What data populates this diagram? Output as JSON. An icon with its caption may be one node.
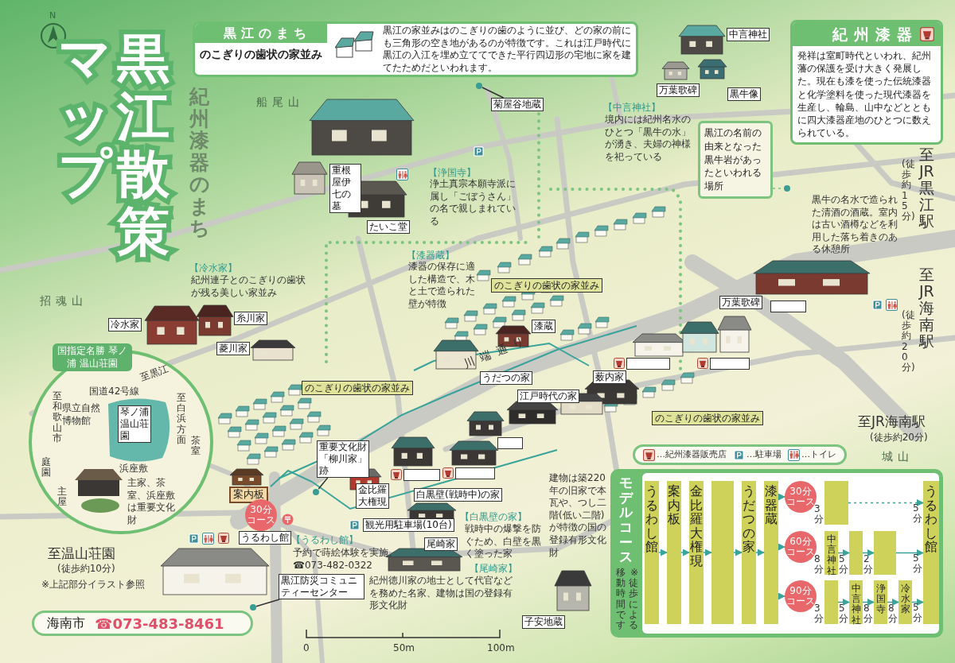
{
  "diagram": {
    "title": "黒江散策マップ",
    "nodes": [
      {
        "text": [
          "黒江のまち",
          "のこぎりの歯状の家並み",
          "黒江の家並みはのこぎりの歯のように並び、どの家の前にも三角形の空き地があるのが特徴です。これは江戸時代に黒江の入江を埋め立ててできた平行四辺形の宅地に家を建てたためだといわれます。"
        ]
      },
      {
        "text": [
          "紀州漆器",
          "発祥は室町時代といわれ、紀州藩の保護を受け大きく発展した。現在も漆を使った伝統漆器と化学塗料を使った現代漆器を生産し、輪島、山中などとともに四大漆器産地のひとつに数えられている。"
        ]
      },
      {
        "text": [
          "黒江の名前の由来となった黒牛岩があったといわれる場所"
        ]
      },
      {
        "text": [],
        "shape": "circle"
      },
      {
        "text": [
          "菊屋谷地蔵"
        ]
      },
      {
        "text": [],
        "shape": "circle"
      },
      {
        "text": [
          "中言神社"
        ]
      },
      {
        "text": [
          "万葉歌碑"
        ]
      },
      {
        "text": [
          "黒牛像"
        ]
      },
      {
        "text": [
          "重根屋伊七の墓"
        ]
      },
      {
        "text": [
          "たいこ堂"
        ]
      },
      {
        "text": [
          "冷水家"
        ]
      },
      {
        "text": [
          "糸川家"
        ]
      },
      {
        "text": [
          "菱川家"
        ]
      },
      {
        "text": [
          "漆蔵"
        ]
      },
      {
        "text": [
          "うだつの家"
        ]
      },
      {
        "text": [],
        "shape": "box"
      },
      {
        "text": [
          "薮内家"
        ]
      },
      {
        "text": [
          "江戸時代の家"
        ]
      },
      {
        "text": [],
        "shape": "box"
      },
      {
        "text": [],
        "shape": "box"
      },
      {
        "text": [],
        "shape": "box"
      },
      {
        "text": [],
        "shape": "box"
      },
      {
        "text": [
          "重要文化財「柳川家」跡"
        ]
      },
      {
        "text": [],
        "shape": "circle"
      },
      {
        "text": [
          "金比羅大権現"
        ]
      },
      {
        "text": [
          "白黒壁(戦時中)の家"
        ]
      },
      {
        "text": [
          "観光用駐車場(10台)"
        ]
      },
      {
        "text": [
          "尾崎家"
        ]
      },
      {
        "text": [
          "子安地蔵"
        ]
      },
      {
        "text": [
          "案内板"
        ]
      },
      {
        "text": [
          "うるわし館"
        ]
      },
      {
        "text": [
          "黒江防災コミュニティーセンター"
        ]
      },
      {
        "text": [],
        "shape": "circle"
      },
      {
        "text": [
          "万葉歌碑"
        ]
      },
      {
        "text": [],
        "shape": "box"
      },
      {
        "text": [
          "のこぎりの歯状の家並み"
        ]
      },
      {
        "text": [
          "のこぎりの歯状の家並み"
        ]
      },
      {
        "text": [
          "のこぎりの歯状の家並み"
        ]
      },
      {
        "text": [
          "30分コース"
        ]
      },
      {
        "text": [
          "国指定名勝 琴ノ浦 温山荘園"
        ]
      },
      {
        "text": [
          "琴ノ浦温山荘園"
        ],
        "in": 40
      },
      {
        "text": [
          "海南市",
          "☎073-483-8461"
        ]
      },
      {
        "text": [
          "モデルコース",
          "※徒歩による移動時間です"
        ]
      },
      {
        "text": [
          "うるわし館"
        ],
        "in": 43
      },
      {
        "text": [
          "案内板"
        ],
        "in": 43
      },
      {
        "text": [
          "金比羅大権現"
        ],
        "in": 43
      },
      {
        "text": [],
        "shape": "bar",
        "in": 43
      },
      {
        "text": [
          "うだつの家"
        ],
        "in": 43
      },
      {
        "text": [
          "漆器蔵"
        ],
        "in": 43
      },
      {
        "text": [
          "30分コース"
        ],
        "in": 43
      },
      {
        "text": [],
        "shape": "bar",
        "in": 43,
        "beside": [
          "3分"
        ]
      },
      {
        "text": [
          "うるわし館"
        ],
        "in": 43
      },
      {
        "text": [
          "60分コース"
        ],
        "in": 43
      },
      {
        "text": [
          "中言神社"
        ],
        "in": 43,
        "beside": [
          "8分"
        ]
      },
      {
        "text": [],
        "shape": "bar",
        "in": 43,
        "beside": [
          "5分"
        ]
      },
      {
        "text": [],
        "shape": "bar",
        "in": 43,
        "beside": [
          "2分"
        ]
      },
      {
        "text": [
          "90分コース"
        ],
        "in": 43
      },
      {
        "text": [],
        "shape": "bar",
        "in": 43,
        "beside": [
          "3分"
        ]
      },
      {
        "text": [
          "中言神社"
        ],
        "in": 43,
        "beside": [
          "5分"
        ]
      },
      {
        "text": [
          "浄国寺"
        ],
        "in": 43,
        "beside": [
          "8分"
        ]
      },
      {
        "text": [
          "冷水家"
        ],
        "in": 43,
        "beside": [
          "8分"
        ]
      }
    ],
    "edges": [
      {
        "from": 2,
        "to": 3,
        "arrow": "none",
        "style": "dashed",
        "color": "#7cc47f"
      },
      {
        "from": 4,
        "to": 5,
        "arrow": "none",
        "color": "#333333"
      },
      {
        "from": 23,
        "to": 24,
        "arrow": "none",
        "color": "#333333"
      },
      {
        "from": 32,
        "to": 33,
        "arrow": "none",
        "color": "#333333"
      },
      {
        "from": 44,
        "to": 45,
        "arrow": "to"
      },
      {
        "from": 45,
        "to": 46,
        "arrow": "to"
      },
      {
        "from": 46,
        "to": 47,
        "arrow": "to"
      },
      {
        "from": 47,
        "to": 48,
        "arrow": "to"
      },
      {
        "from": 48,
        "to": 49,
        "arrow": "to"
      },
      {
        "from": 49,
        "to": 50,
        "arrow": "to"
      },
      {
        "from": 49,
        "to": 53,
        "arrow": "to"
      },
      {
        "from": 49,
        "to": 57,
        "arrow": "to"
      },
      {
        "from": 51,
        "to": 52,
        "arrow": "to",
        "style": "dashed",
        "label": "5分"
      },
      {
        "from": 54,
        "to": 55,
        "arrow": "to"
      },
      {
        "from": 55,
        "to": 56,
        "arrow": "to"
      },
      {
        "from": 56,
        "to": 52,
        "arrow": "to",
        "label": "5分"
      },
      {
        "from": 58,
        "to": 59,
        "arrow": "to"
      },
      {
        "from": 59,
        "to": 60,
        "arrow": "to"
      },
      {
        "from": 60,
        "to": 61,
        "arrow": "to"
      },
      {
        "from": 61,
        "to": 52,
        "arrow": "to",
        "label": "5分"
      }
    ],
    "labels": [
      "紀州漆器のまち",
      "船尾山",
      "【浄国寺】",
      "浄土真宗本願寺派に属し「ごぼうさん」の名で親しまれている",
      "【中言神社】",
      "境内には紀州名水のひとつ「黒牛の水」が湧き、夫婦の神様を祀っている",
      "(徒歩約15分)",
      "至JR黒江駅",
      "黒牛の名水で造られた清酒の酒蔵。室内は古い酒樽などを利用した落ち着きのある休憩所",
      "【漆器蔵】",
      "漆器の保存に適した構造で、木と土で造られた壁が特徴",
      "【冷水家】",
      "紀州連子とのこぎりの歯状が残る美しい家並み",
      "招魂山",
      "(徒歩約20分)",
      "至JR海南駅",
      "川端通り",
      "至黒江",
      "国道42号線",
      "至和歌山市",
      "至白浜方面",
      "県立自然博物館",
      "浜座敷",
      "庭園",
      "茶室",
      "主屋",
      "主家、茶室、浜座敷は重要文化財",
      "至JR海南駅",
      "(徒歩約20分)",
      "城山",
      "建物は築220年の旧家で本瓦や、つし二階(低い二階)が特徴の国の登録有形文化財",
      "【白黒壁の家】",
      "戦時中の爆撃を防ぐため、白壁を黒く塗った家",
      "【うるわし館】",
      "予約で蒔絵体験を実施。",
      "☎073-482-0322",
      "至温山荘園",
      "(徒歩約10分)",
      "※上記部分イラスト参照",
      "【尾崎家】",
      "紀州徳川家の地士として代官などを務めた名家、建物は国の登録有形文化財",
      "0",
      "50m",
      "100m",
      "N"
    ],
    "legend": [
      {
        "text": "…紀州漆器販売店"
      },
      {
        "text": "…駐車場"
      },
      {
        "text": "…トイレ"
      }
    ]
  }
}
